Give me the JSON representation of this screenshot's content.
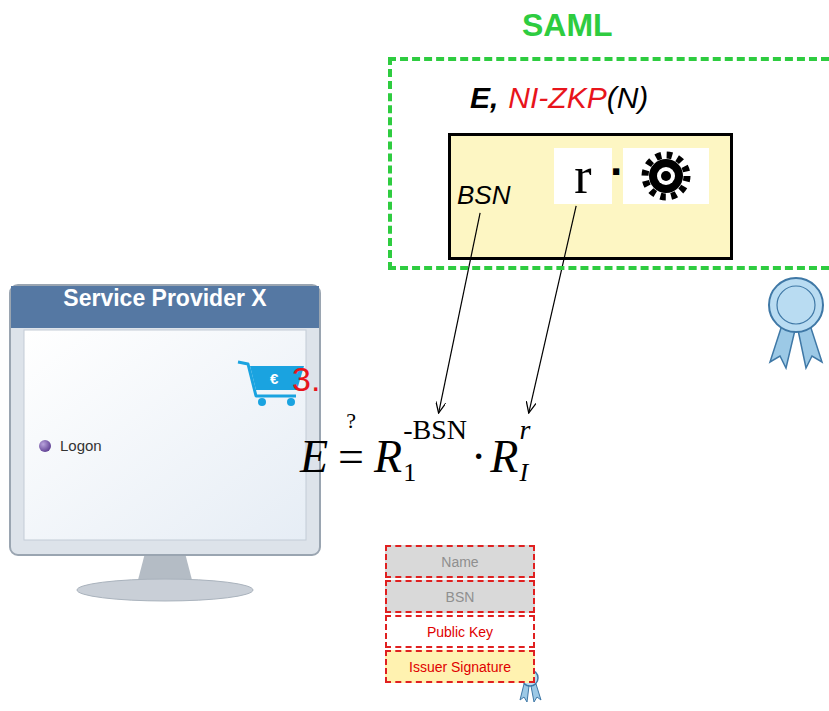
{
  "diagram": {
    "nodes": [
      {
        "text": [
          "SAML",
          "E,",
          "NI-ZKP",
          "(N)"
        ]
      },
      {
        "text": [
          "·"
        ],
        "in": 0
      },
      {
        "text": [
          "BSN"
        ],
        "in": 1
      },
      {
        "text": [
          "r"
        ],
        "in": 1
      },
      {
        "text": [
          "Service Provider X",
          "Logon"
        ]
      },
      {
        "text": [
          "E",
          "=",
          "?",
          "R",
          "1",
          "·",
          "R",
          "I"
        ]
      },
      {
        "text": [
          "-BSN"
        ],
        "in": 5
      },
      {
        "text": [
          "r"
        ],
        "in": 5
      },
      {
        "text": [
          "Name"
        ]
      },
      {
        "text": [
          "BSN"
        ]
      },
      {
        "text": [
          "Public Key"
        ]
      },
      {
        "text": [
          "Issuer Signature"
        ]
      }
    ],
    "edges": [
      {
        "from": 2,
        "to": 6,
        "arrow": "to"
      },
      {
        "from": 3,
        "to": 7,
        "arrow": "to"
      }
    ],
    "labels": [
      "3.",
      "€"
    ]
  }
}
